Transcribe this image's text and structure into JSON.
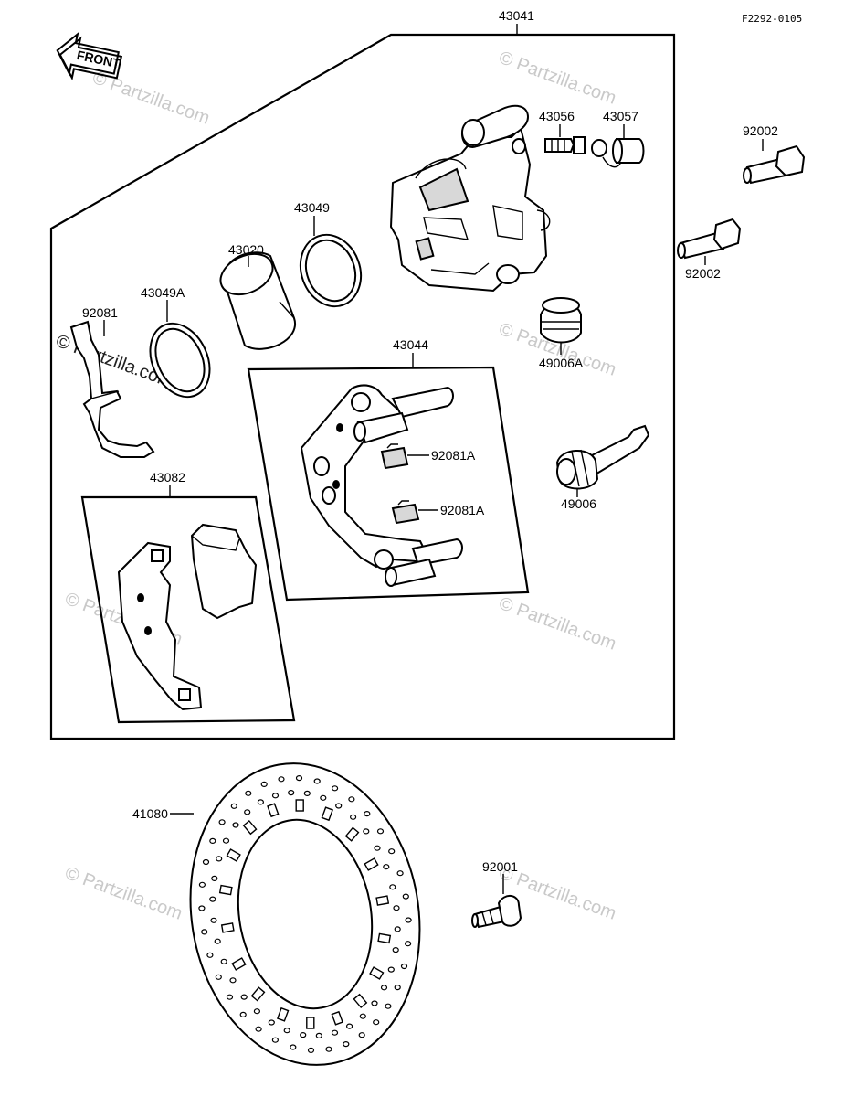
{
  "diagram": {
    "code": "F2292-0105",
    "front_label": "FRONT",
    "watermark": "© Partzilla.com",
    "part_labels": {
      "p43041": "43041",
      "p43056": "43056",
      "p43057": "43057",
      "p92002_top": "92002",
      "p92002_bottom": "92002",
      "p43049": "43049",
      "p43020": "43020",
      "p43049a": "43049A",
      "p92081": "92081",
      "p43044": "43044",
      "p49006a": "49006A",
      "p92081a_1": "92081A",
      "p92081a_2": "92081A",
      "p49006": "49006",
      "p43082": "43082",
      "p41080": "41080",
      "p92001": "92001"
    }
  },
  "colors": {
    "line": "#000000",
    "watermark": "#c9c9c9",
    "background": "#ffffff"
  }
}
